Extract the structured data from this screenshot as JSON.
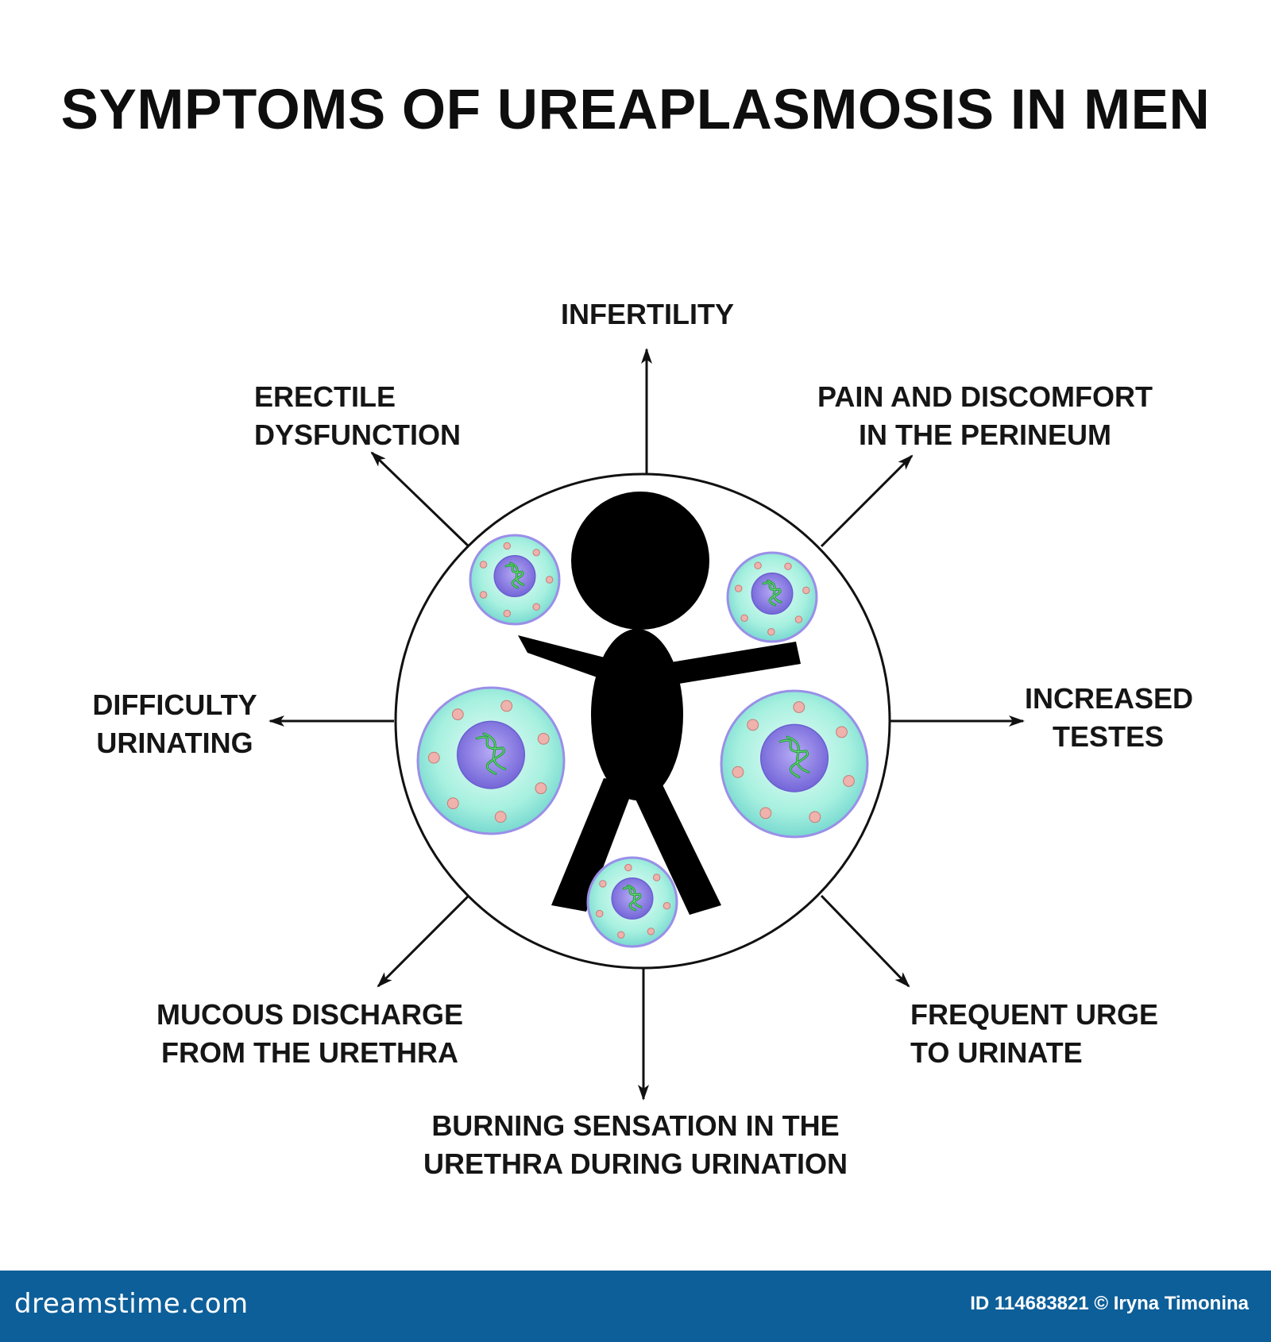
{
  "title": "SYMPTOMS OF UREAPLASMOSIS IN MEN",
  "symptoms": {
    "infertility": [
      "INFERTILITY"
    ],
    "erectile": [
      "ERECTILE",
      "DYSFUNCTION"
    ],
    "perineum": [
      "PAIN AND DISCOMFORT",
      "IN THE PERINEUM"
    ],
    "urinating": [
      "DIFFICULTY",
      "URINATING"
    ],
    "testes": [
      "INCREASED",
      "TESTES"
    ],
    "mucous": [
      "MUCOUS DISCHARGE",
      "FROM THE URETHRA"
    ],
    "urge": [
      "FREQUENT URGE",
      "TO URINATE"
    ],
    "burning": [
      "BURNING SENSATION IN THE",
      "URETHRA DURING URINATION"
    ]
  },
  "footer": {
    "brand": "dreamstime.com",
    "credit": "ID 114683821 © Iryna Timonina"
  },
  "colors": {
    "figure": "#000000",
    "cell_fill": "#a8f0e0",
    "nucleus": "#8c7fe6",
    "chromatin": "#1f9a3a",
    "granule": "#e8a3a0",
    "footer_bg": "#0d5f99"
  }
}
